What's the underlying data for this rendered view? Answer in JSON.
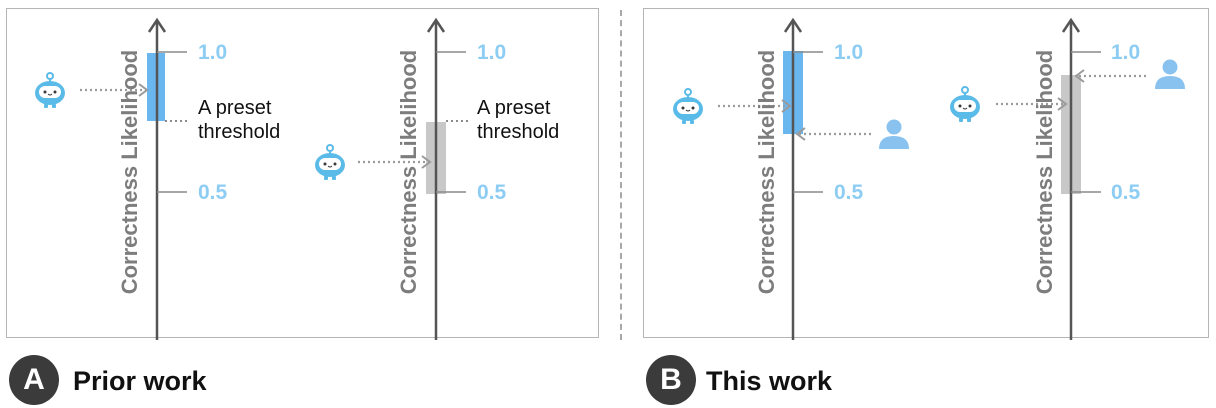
{
  "panel_a": {
    "badge": "A",
    "caption": "Prior work",
    "axes": [
      {
        "label": "Correctness Likelihood",
        "tick_high": "1.0",
        "tick_low": "0.5",
        "threshold_label": "A preset threshold"
      },
      {
        "label": "Correctness Likelihood",
        "tick_high": "1.0",
        "tick_low": "0.5",
        "threshold_label": "A preset threshold"
      }
    ]
  },
  "panel_b": {
    "badge": "B",
    "caption": "This work",
    "axes": [
      {
        "label": "Correctness Likelihood",
        "tick_high": "1.0",
        "tick_low": "0.5"
      },
      {
        "label": "Correctness Likelihood",
        "tick_high": "1.0",
        "tick_low": "0.5"
      }
    ]
  },
  "colors": {
    "interval_blue": "#6ab7f0",
    "interval_gray": "#c8c8c8",
    "tick_text": "#8ecdf3",
    "axis": "#555555",
    "axis_label": "#7d7d7d",
    "arrow": "#9a9a9a",
    "robot": "#5bbbe8",
    "person": "#89c2ef"
  },
  "icons": [
    "robot-icon",
    "person-icon"
  ]
}
